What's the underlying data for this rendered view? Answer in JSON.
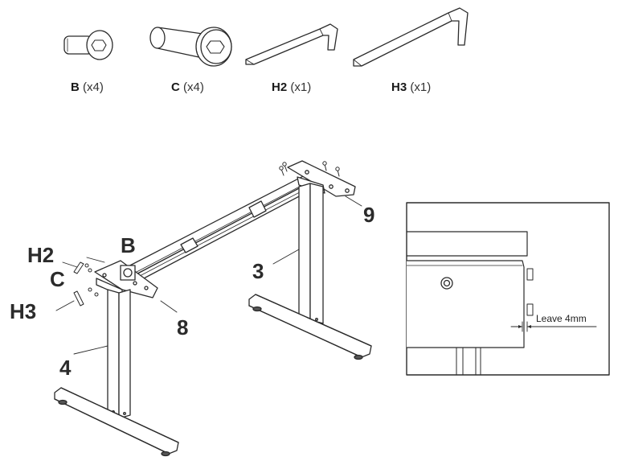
{
  "parts": [
    {
      "code": "B",
      "qty": "(x4)"
    },
    {
      "code": "C",
      "qty": "(x4)"
    },
    {
      "code": "H2",
      "qty": "(x1)"
    },
    {
      "code": "H3",
      "qty": "(x1)"
    }
  ],
  "callouts": {
    "h2": "H2",
    "b": "B",
    "c": "C",
    "h3": "H3",
    "leg_left": "4",
    "leg_right": "3",
    "bracket_left": "8",
    "bracket_right": "9"
  },
  "detail": {
    "note": "Leave 4mm"
  }
}
